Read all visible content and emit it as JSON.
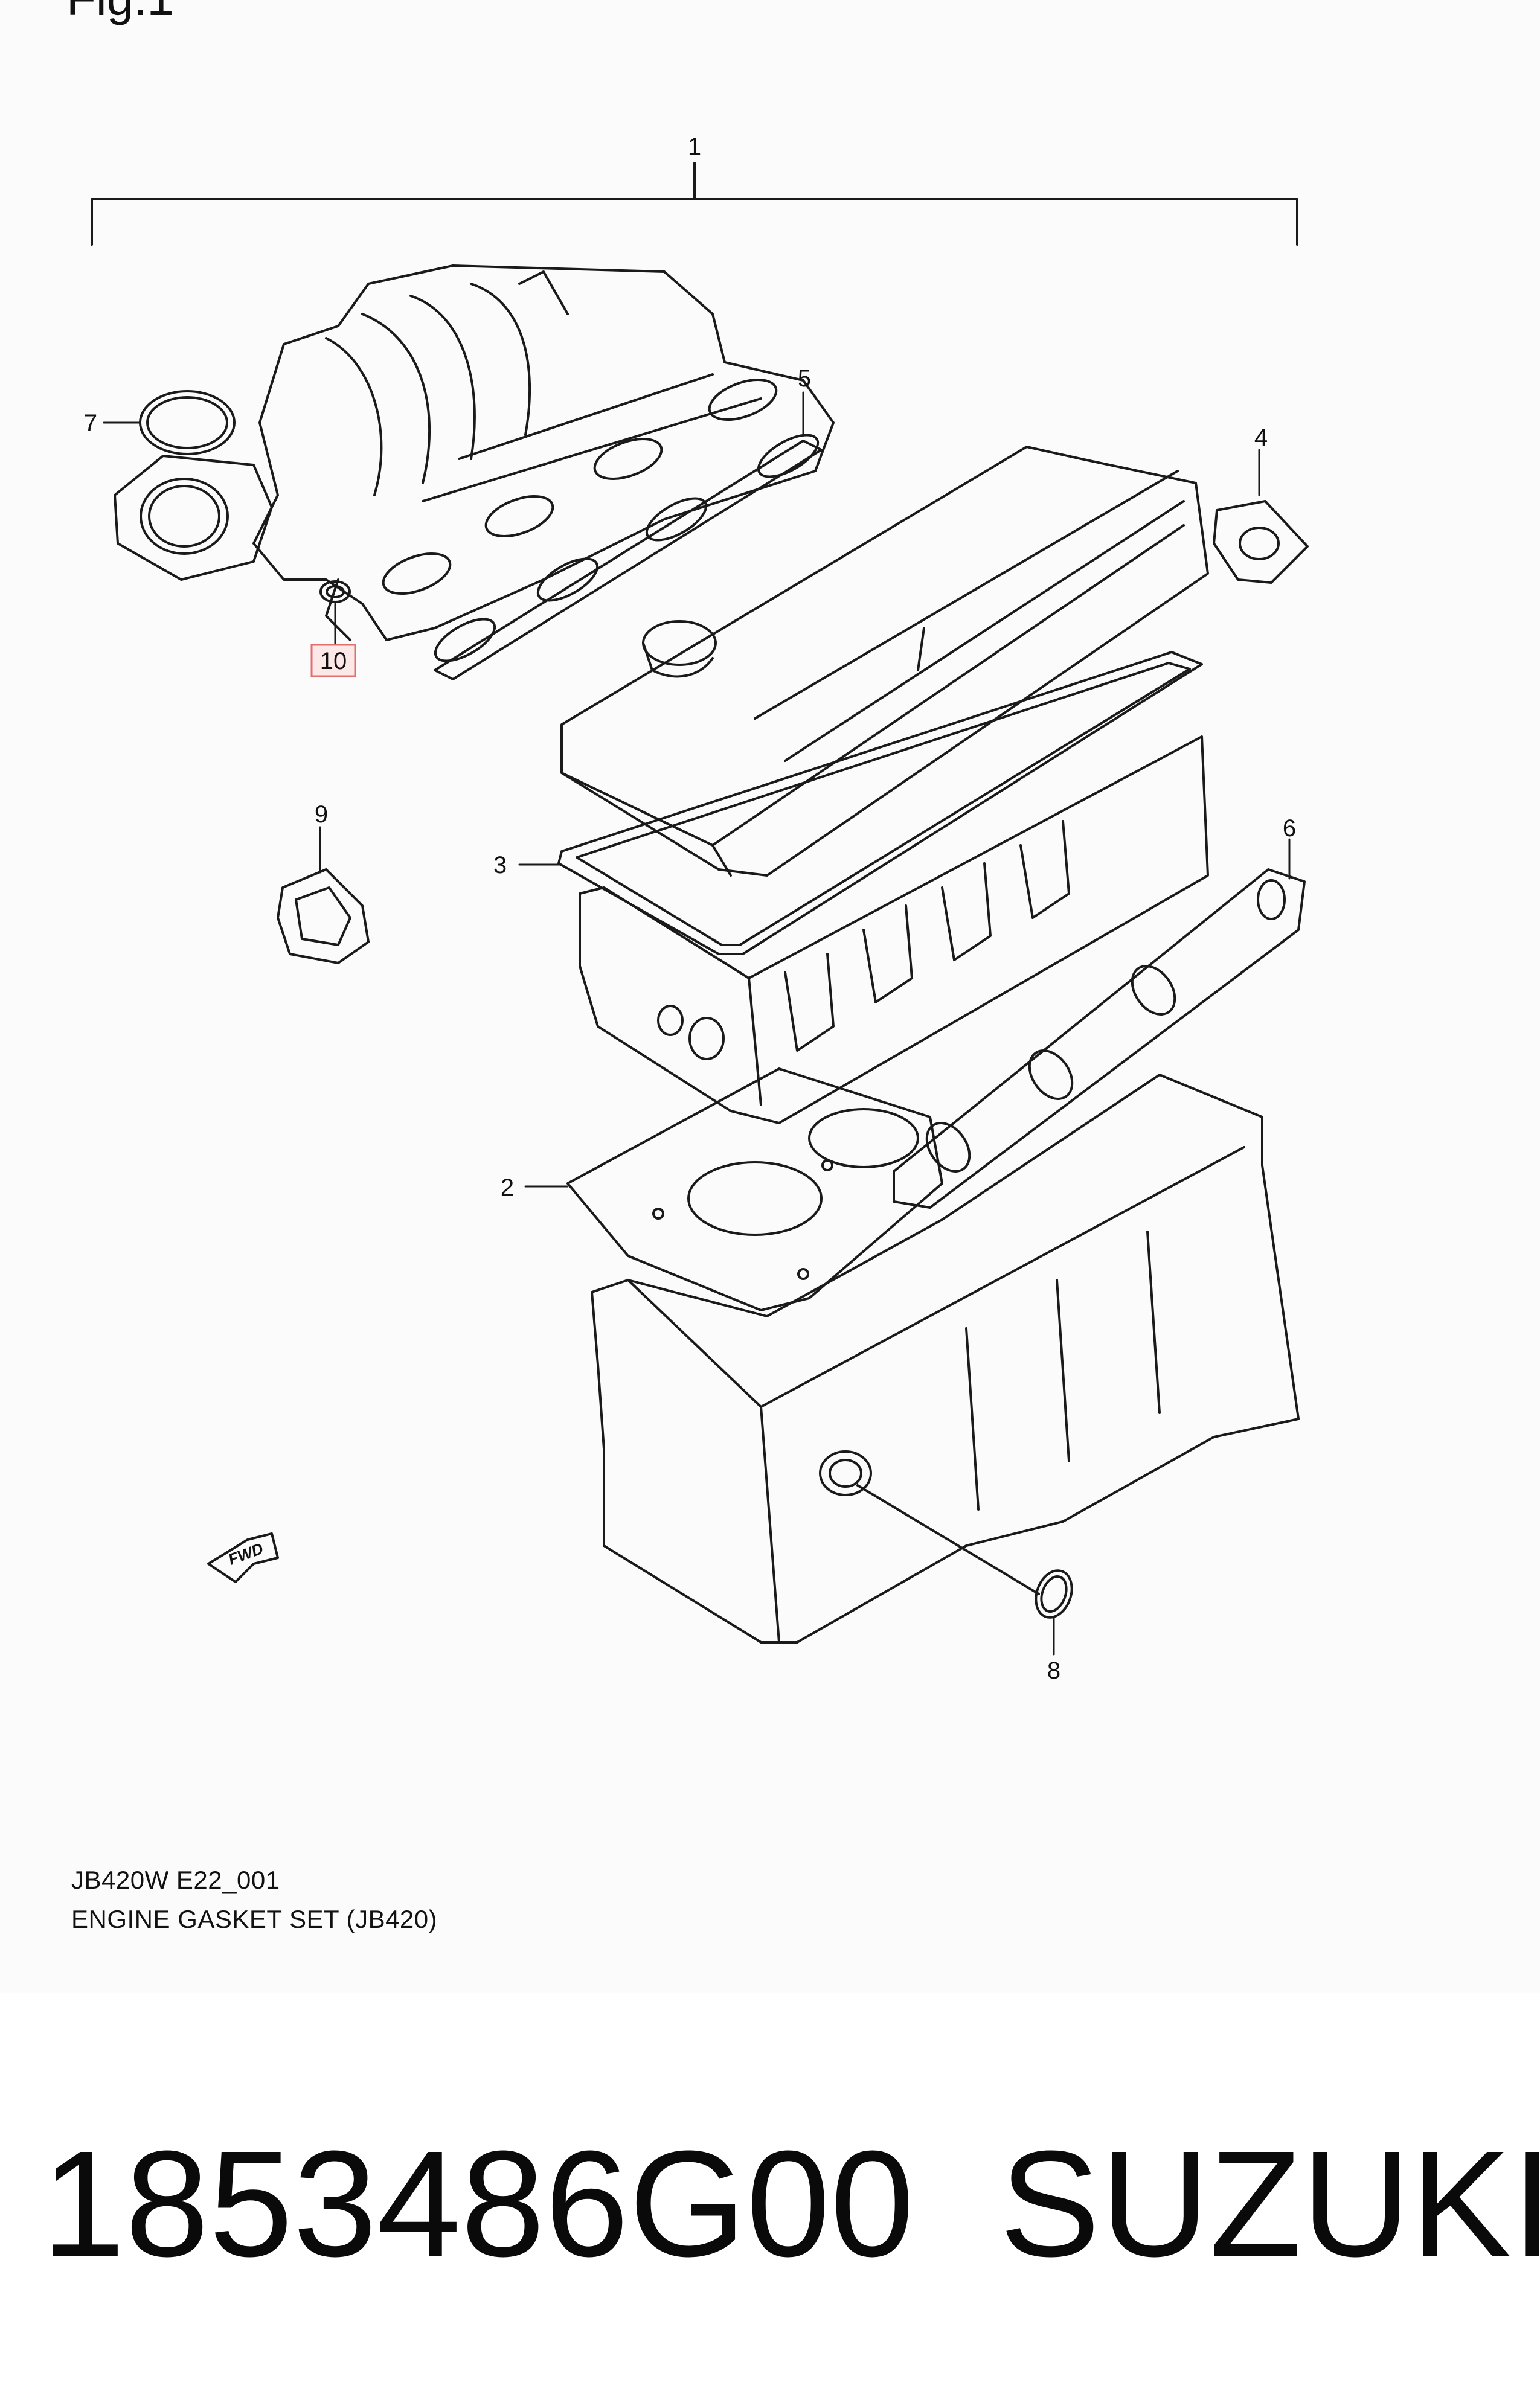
{
  "figure": {
    "header_partial": "Fig.1",
    "code": "JB420W E22_001",
    "title": "ENGINE GASKET SET (JB420)"
  },
  "callouts": [
    {
      "id": "1",
      "label": "1"
    },
    {
      "id": "2",
      "label": "2"
    },
    {
      "id": "3",
      "label": "3"
    },
    {
      "id": "4",
      "label": "4"
    },
    {
      "id": "5",
      "label": "5"
    },
    {
      "id": "6",
      "label": "6"
    },
    {
      "id": "7",
      "label": "7"
    },
    {
      "id": "8",
      "label": "8"
    },
    {
      "id": "9",
      "label": "9"
    },
    {
      "id": "10",
      "label": "10",
      "highlighted": true
    }
  ],
  "fwd_arrow": "FWD",
  "footer": {
    "part_number": "1853486G00",
    "brand": "SUZUKI"
  },
  "colors": {
    "line": "#1a1a1a",
    "highlight_box": "#e07070",
    "sheet_background": "#fbfbfb"
  }
}
